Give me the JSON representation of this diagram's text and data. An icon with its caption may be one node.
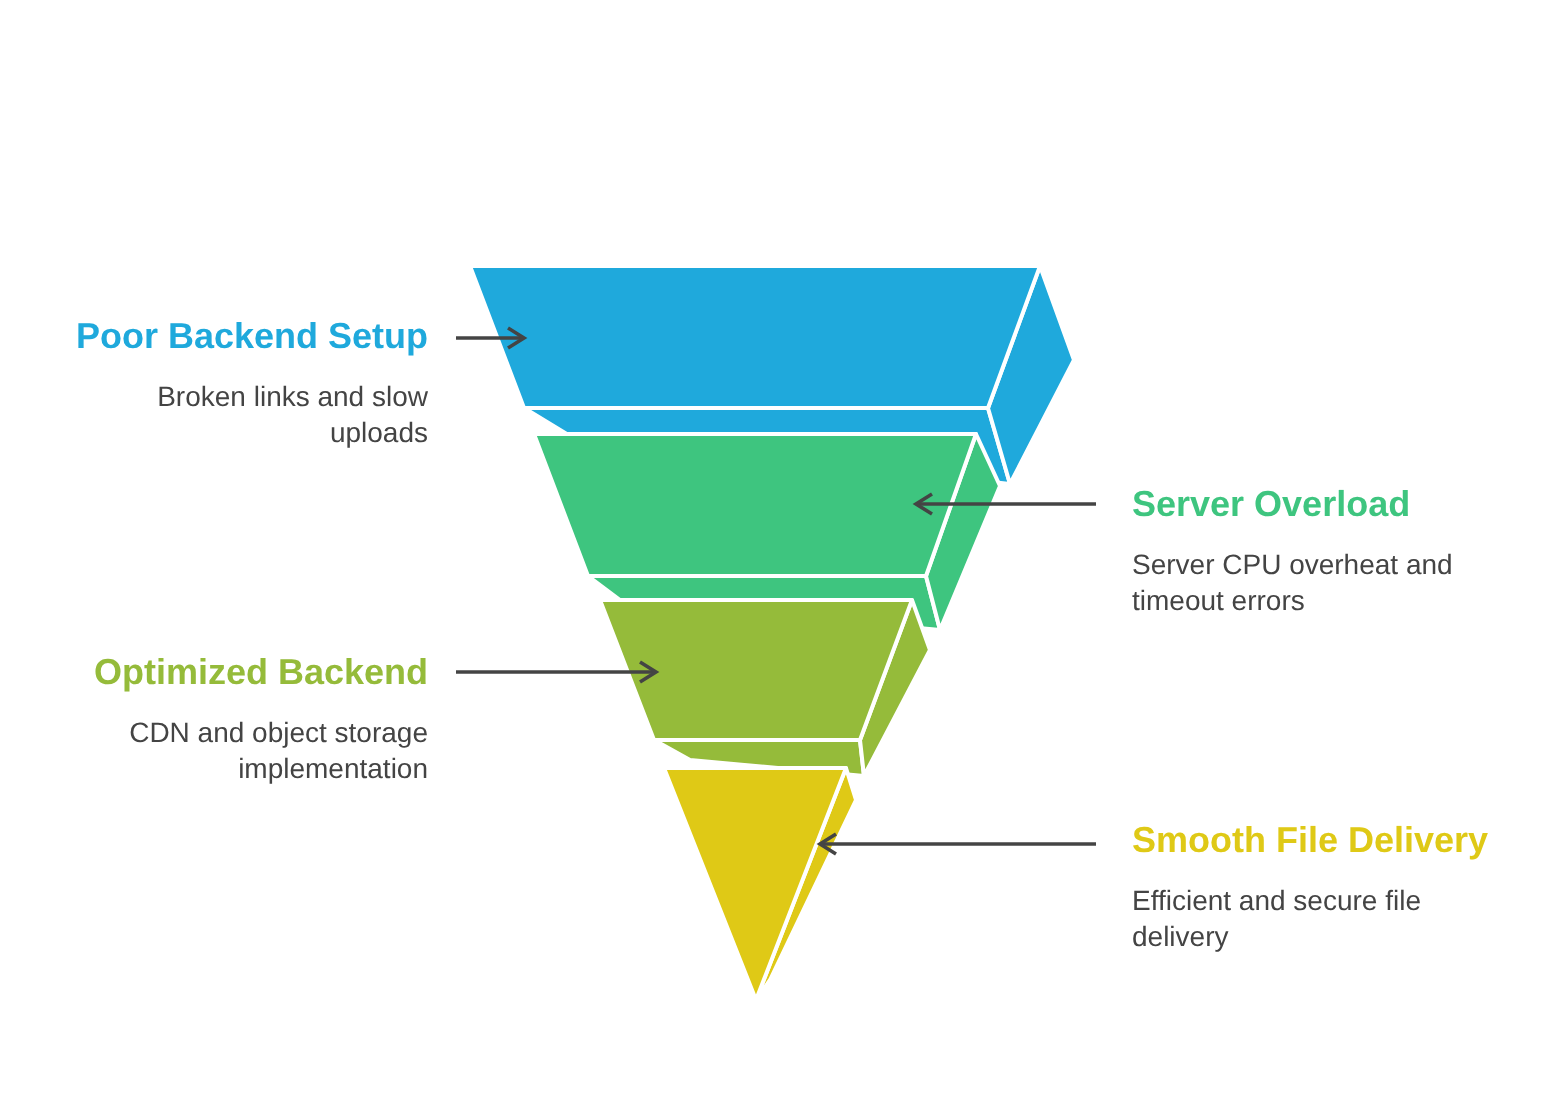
{
  "diagram": {
    "nodes": [
      {
        "text": [
          "Poor Backend Setup",
          "Broken links and slow uploads"
        ]
      },
      {
        "text": [
          "Server Overload",
          "Server CPU overheat and timeout errors"
        ]
      },
      {
        "text": [
          "Optimized Backend",
          "CDN and object storage implementation"
        ]
      },
      {
        "text": [
          "Smooth File Delivery",
          "Efficient and secure file delivery"
        ]
      },
      {
        "text": [],
        "shape": "trapezoid"
      },
      {
        "text": [],
        "shape": "trapezoid"
      },
      {
        "text": [],
        "shape": "trapezoid"
      },
      {
        "text": [],
        "shape": "triangle"
      }
    ],
    "edges": [
      {
        "from": 0,
        "to": 4,
        "arrow": "to"
      },
      {
        "from": 1,
        "to": 5,
        "arrow": "to"
      },
      {
        "from": 2,
        "to": 6,
        "arrow": "to"
      },
      {
        "from": 3,
        "to": 7,
        "arrow": "to"
      }
    ]
  }
}
